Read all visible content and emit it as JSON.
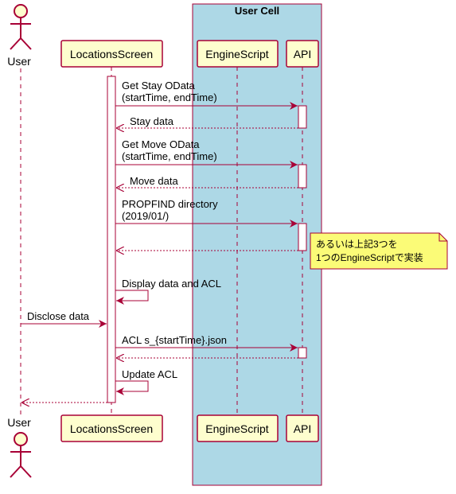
{
  "group": {
    "title": "User Cell"
  },
  "participants": {
    "user": "User",
    "locations": "LocationsScreen",
    "engine": "EngineScript",
    "api": "API"
  },
  "messages": [
    {
      "id": "m1",
      "lines": [
        "Get Stay OData",
        "(startTime, endTime)"
      ],
      "from": "locations",
      "to": "api",
      "kind": "sync"
    },
    {
      "id": "m2",
      "lines": [
        "Stay data"
      ],
      "from": "api",
      "to": "locations",
      "kind": "return"
    },
    {
      "id": "m3",
      "lines": [
        "Get Move OData",
        "(startTime, endTime)"
      ],
      "from": "locations",
      "to": "api",
      "kind": "sync"
    },
    {
      "id": "m4",
      "lines": [
        "Move data"
      ],
      "from": "api",
      "to": "locations",
      "kind": "return"
    },
    {
      "id": "m5",
      "lines": [
        "PROPFIND directory",
        "(2019/01/)"
      ],
      "from": "locations",
      "to": "api",
      "kind": "sync"
    },
    {
      "id": "m6",
      "lines": [],
      "from": "api",
      "to": "locations",
      "kind": "return"
    },
    {
      "id": "m7",
      "lines": [
        "Display data and ACL"
      ],
      "from": "locations",
      "to": "locations",
      "kind": "self"
    },
    {
      "id": "m8",
      "lines": [
        "Disclose data"
      ],
      "from": "user",
      "to": "locations",
      "kind": "sync"
    },
    {
      "id": "m9",
      "lines": [
        "ACL s_{startTime}.json"
      ],
      "from": "locations",
      "to": "api",
      "kind": "sync"
    },
    {
      "id": "m10",
      "lines": [],
      "from": "api",
      "to": "locations",
      "kind": "return"
    },
    {
      "id": "m11",
      "lines": [
        "Update ACL"
      ],
      "from": "locations",
      "to": "locations",
      "kind": "self"
    },
    {
      "id": "m12",
      "lines": [],
      "from": "locations",
      "to": "user",
      "kind": "return"
    }
  ],
  "note": {
    "lines": [
      "あるいは上記3つを",
      "1つのEngineScriptで実装"
    ]
  },
  "colors": {
    "group_fill": "#ADD8E6",
    "group_border": "#A80036",
    "participant_fill": "#FEFECE",
    "participant_border": "#A80036",
    "arrow": "#A80036",
    "lifeline": "#A80036",
    "note_fill": "#FBFB77"
  }
}
